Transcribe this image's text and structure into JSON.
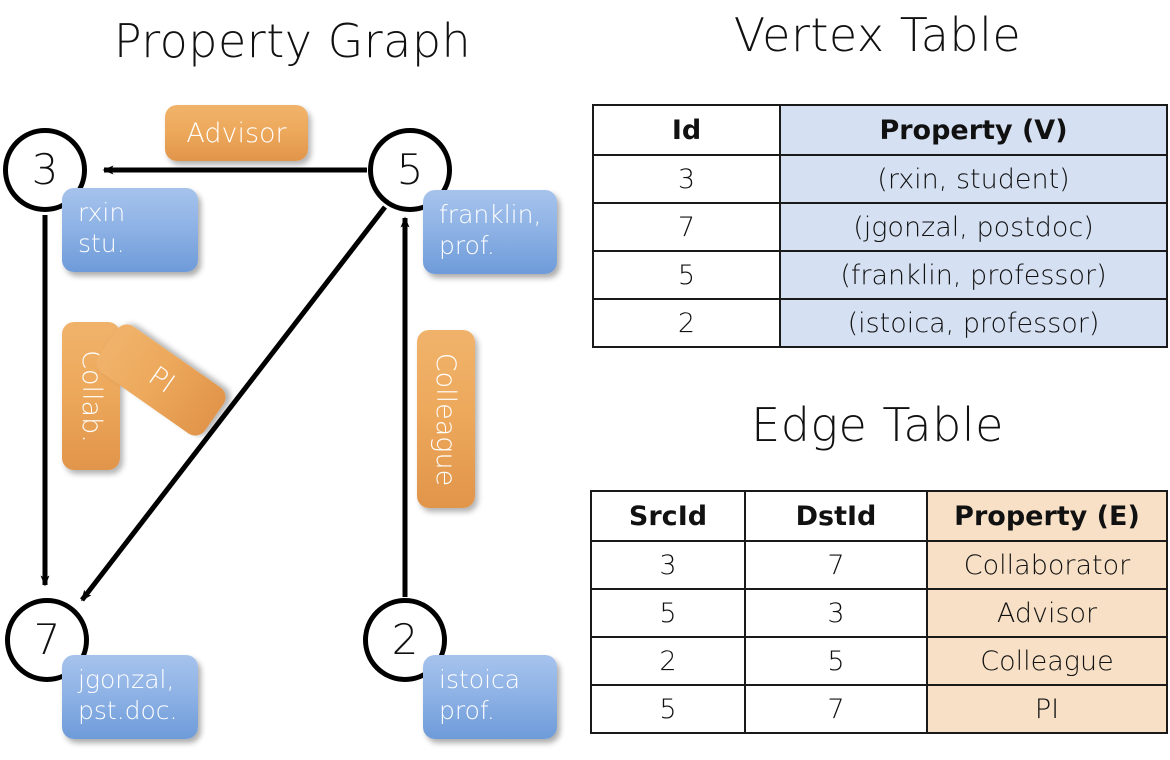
{
  "titles": {
    "property_graph": "Property Graph",
    "vertex_table": "Vertex Table",
    "edge_table": "Edge Table"
  },
  "graph": {
    "nodes": [
      {
        "id": "3",
        "property": "rxin\nstu."
      },
      {
        "id": "5",
        "property": "franklin,\nprof."
      },
      {
        "id": "7",
        "property": "jgonzal,\npst.doc."
      },
      {
        "id": "2",
        "property": "istoica\nprof."
      }
    ],
    "edge_labels": [
      {
        "name": "advisor",
        "label": "Advisor"
      },
      {
        "name": "collab",
        "label": "Collab."
      },
      {
        "name": "pi",
        "label": "PI"
      },
      {
        "name": "colleague",
        "label": "Colleague"
      }
    ]
  },
  "vertex_table": {
    "headers": [
      "Id",
      "Property (V)"
    ],
    "rows": [
      [
        "3",
        "(rxin, student)"
      ],
      [
        "7",
        "(jgonzal, postdoc)"
      ],
      [
        "5",
        "(franklin, professor)"
      ],
      [
        "2",
        "(istoica, professor)"
      ]
    ]
  },
  "edge_table": {
    "headers": [
      "SrcId",
      "DstId",
      "Property (E)"
    ],
    "rows": [
      [
        "3",
        "7",
        "Collaborator"
      ],
      [
        "5",
        "3",
        "Advisor"
      ],
      [
        "2",
        "5",
        "Colleague"
      ],
      [
        "5",
        "7",
        "PI"
      ]
    ]
  },
  "colors": {
    "vertex_property_fill": "#d5e0f2",
    "edge_property_fill": "#f7e0c6",
    "node_box_blue": "#8fb3e6",
    "edge_label_orange": "#eda95c",
    "stroke": "#000000"
  }
}
